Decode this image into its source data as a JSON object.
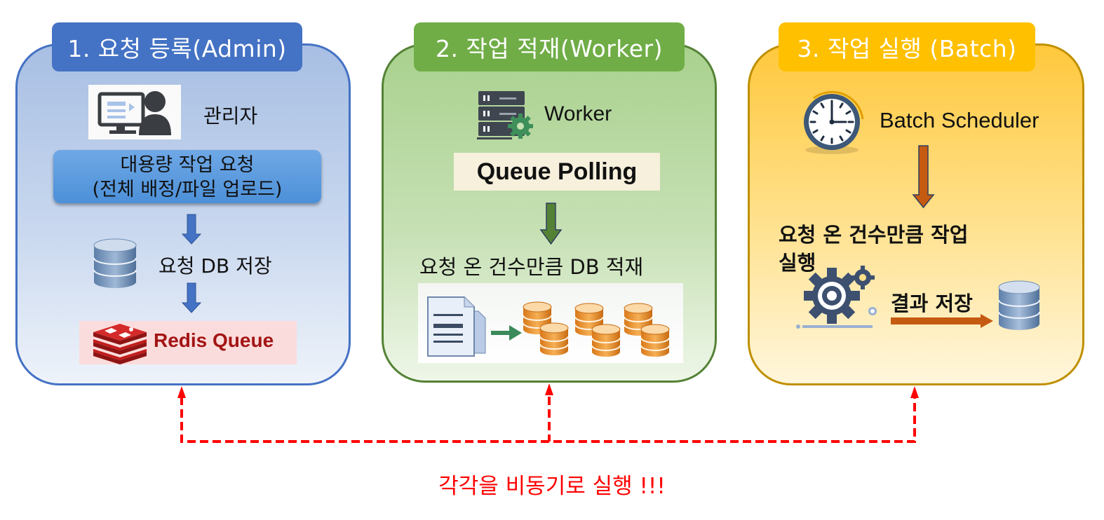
{
  "panels": [
    {
      "title": "1. 요청 등록(Admin)",
      "accent": "#4472c4",
      "actor_label": "관리자",
      "request_box": {
        "line1": "대용량 작업 요청",
        "line2": "(전체 배정/파일 업로드)"
      },
      "db_step_label": "요청 DB 저장",
      "queue_label": "Redis Queue"
    },
    {
      "title": "2. 작업 적재(Worker)",
      "accent": "#70ad47",
      "actor_label": "Worker",
      "polling_label": "Queue Polling",
      "db_step_label": "요청 온 건수만큼 DB 적재"
    },
    {
      "title": "3. 작업 실행 (Batch)",
      "accent": "#ffc000",
      "actor_label": "Batch Scheduler",
      "execute_label_line1": "요청 온 건수만큼 작업",
      "execute_label_line2": "실행",
      "result_label": "결과 저장"
    }
  ],
  "connector_color": "#ff0000",
  "footer_note": "각각을 비동기로 실행 !!!"
}
